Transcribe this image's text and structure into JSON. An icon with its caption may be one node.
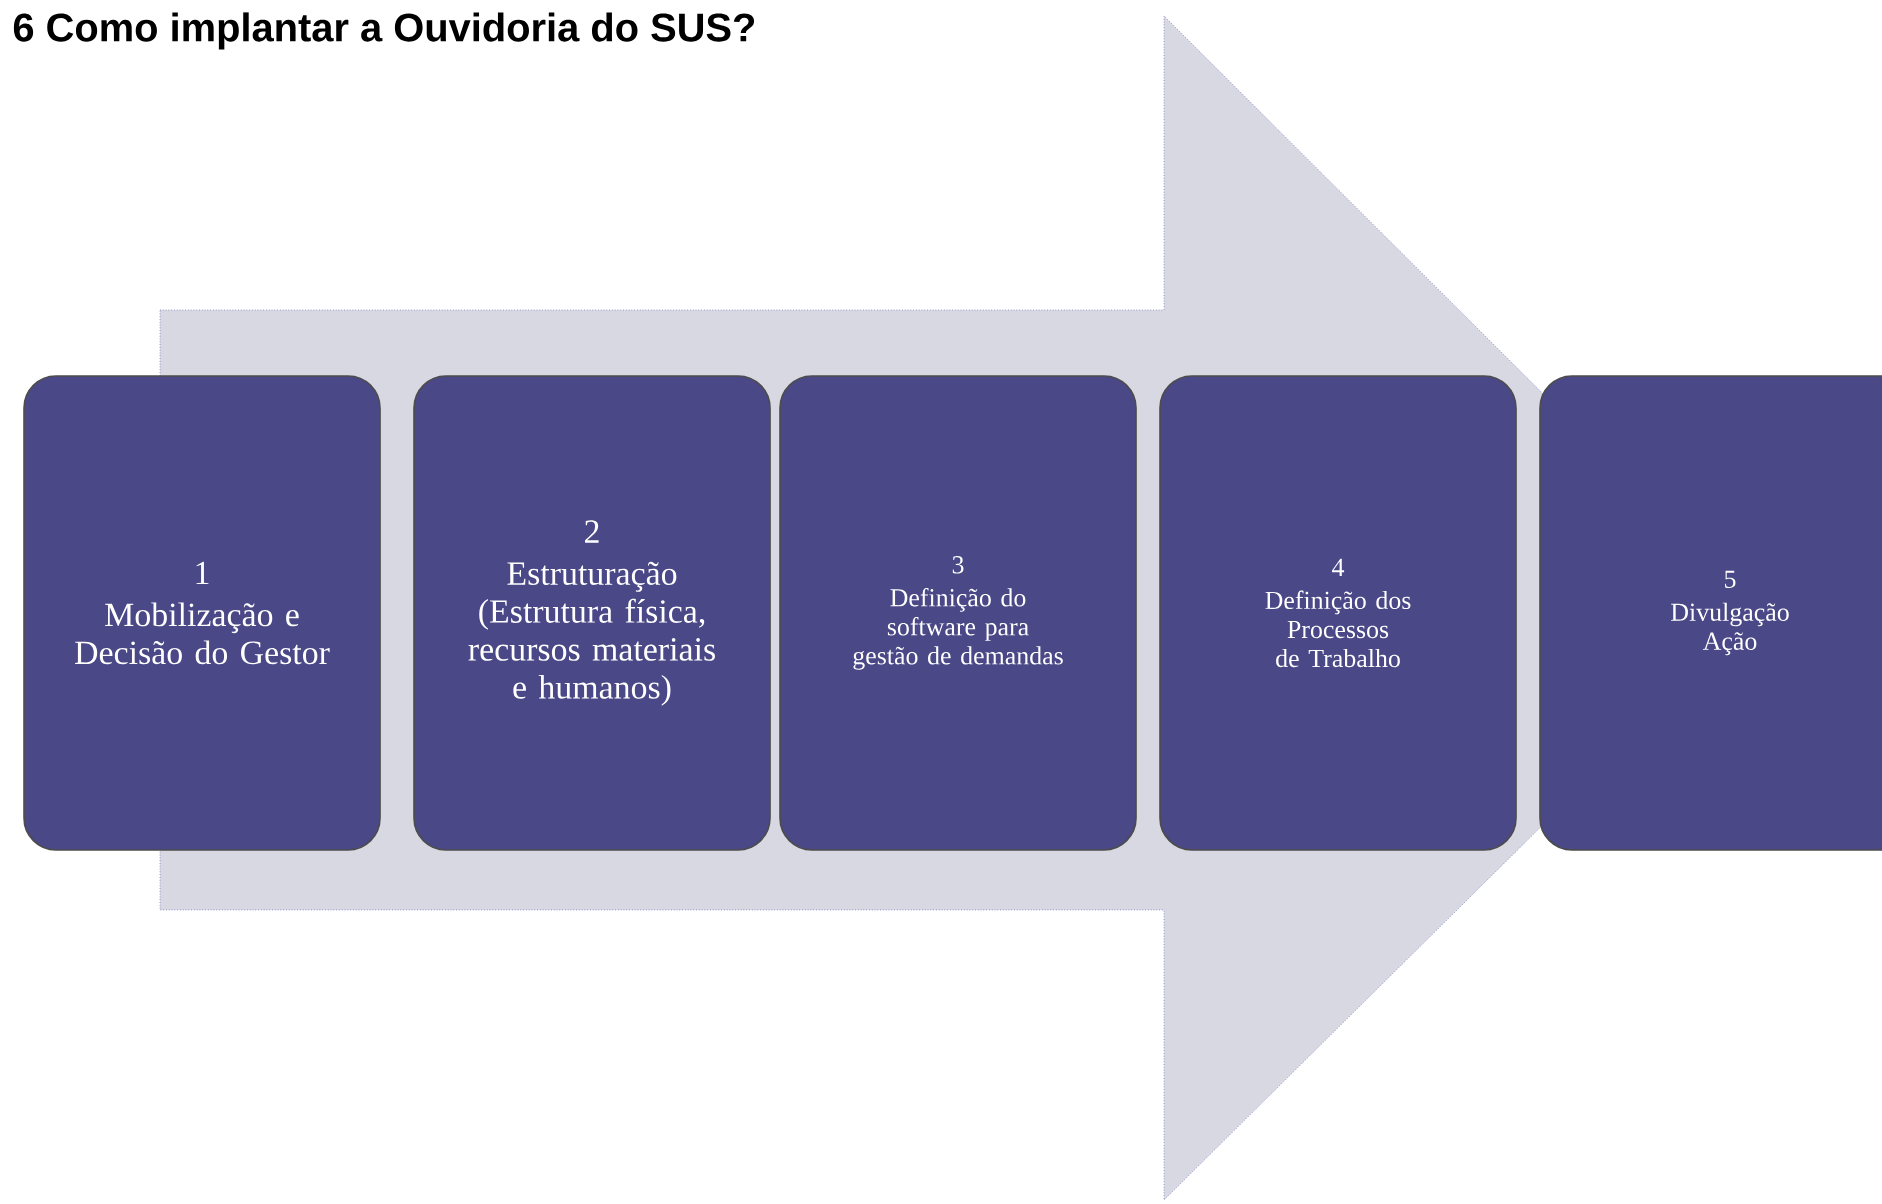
{
  "diagram": {
    "title": "6 Como implantar a Ouvidoria do SUS?",
    "nodes": [
      {
        "text": [
          "1",
          "Mobilização e Decisão do Gestor"
        ]
      },
      {
        "text": [
          "2",
          "Estruturação (Estrutura física, recursos materiais e humanos)"
        ]
      },
      {
        "text": [
          "3",
          "Definição do software para gestão de demandas"
        ]
      },
      {
        "text": [
          "4",
          "Definição dos Processos de Trabalho"
        ]
      },
      {
        "text": [
          "5",
          "Divulgação Ação"
        ]
      }
    ],
    "edges": [
      {
        "from": 0,
        "to": 4,
        "arrow": "to"
      }
    ]
  }
}
